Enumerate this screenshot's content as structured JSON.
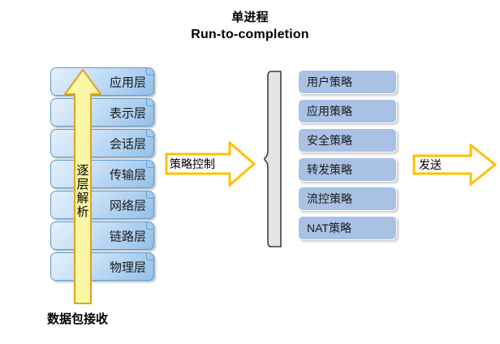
{
  "title": {
    "line1": "单进程",
    "line2": "Run-to-completion"
  },
  "osi_stack": {
    "name": "osi-layer-stack",
    "layers": [
      {
        "label": "应用层"
      },
      {
        "label": "表示层"
      },
      {
        "label": "会话层"
      },
      {
        "label": "传输层"
      },
      {
        "label": "网络层"
      },
      {
        "label": "链路层"
      },
      {
        "label": "物理层"
      }
    ]
  },
  "up_arrow": {
    "label": "逐\n层\n解\n析",
    "fill_color": "#fbf5a6",
    "stroke_color": "#e0a419"
  },
  "bottom_caption": {
    "label": "数据包接收"
  },
  "policy_control_arrow": {
    "label": "策略控制",
    "fill_color": "#ffffff",
    "stroke_color": "#ffc000"
  },
  "brace": {
    "name": "curly-brace",
    "fill_color": "#e4e4e4",
    "stroke_color": "#3f3f3f"
  },
  "policy_stack": {
    "name": "policy-list",
    "items": [
      {
        "label": "用户策略"
      },
      {
        "label": "应用策略"
      },
      {
        "label": "安全策略"
      },
      {
        "label": "转发策略"
      },
      {
        "label": "流控策略"
      },
      {
        "label": "NAT策略"
      }
    ],
    "fill_color": "#a9c1e4"
  },
  "send_arrow": {
    "label": "发送",
    "fill_color": "#ffffff",
    "stroke_color": "#ffc000"
  }
}
